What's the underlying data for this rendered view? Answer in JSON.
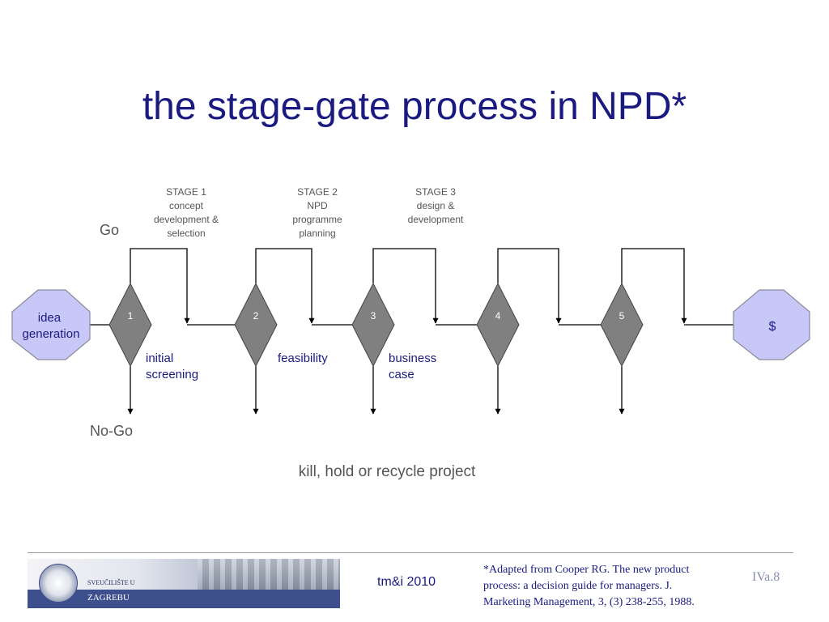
{
  "title": "the stage-gate process in NPD*",
  "stages": [
    {
      "lines": [
        "STAGE 1",
        "concept",
        "development &",
        "selection"
      ]
    },
    {
      "lines": [
        "STAGE 2",
        "NPD",
        "programme",
        "planning"
      ]
    },
    {
      "lines": [
        "STAGE 3",
        "design &",
        "development"
      ]
    }
  ],
  "go_label": "Go",
  "nogo_label": "No-Go",
  "start_node": {
    "lines": [
      "idea",
      "generation"
    ]
  },
  "end_node": {
    "label": "$"
  },
  "gates": [
    {
      "number": "1",
      "label_lines": [
        "initial",
        "screening"
      ]
    },
    {
      "number": "2",
      "label_lines": [
        "feasibility"
      ]
    },
    {
      "number": "3",
      "label_lines": [
        "business",
        "case"
      ]
    },
    {
      "number": "4",
      "label_lines": []
    },
    {
      "number": "5",
      "label_lines": []
    }
  ],
  "outcome_label": "kill, hold or recycle project",
  "colors": {
    "title": "#1a1a80",
    "diamond_fill": "#808080",
    "octagon_fill": "#c8c8f8",
    "octagon_stroke": "#8a8a9a",
    "line": "#000000"
  },
  "footer": {
    "logo_line1": "SVEUČILIŠTE U",
    "logo_line2": "ZAGREBU",
    "center_text": "tm&i 2010",
    "reference_lines": [
      "*Adapted from Cooper RG.  The new product",
      "process: a decision guide for managers.  J.",
      "Marketing Management, 3, (3) 238-255, 1988."
    ],
    "page": "IVa.8"
  }
}
